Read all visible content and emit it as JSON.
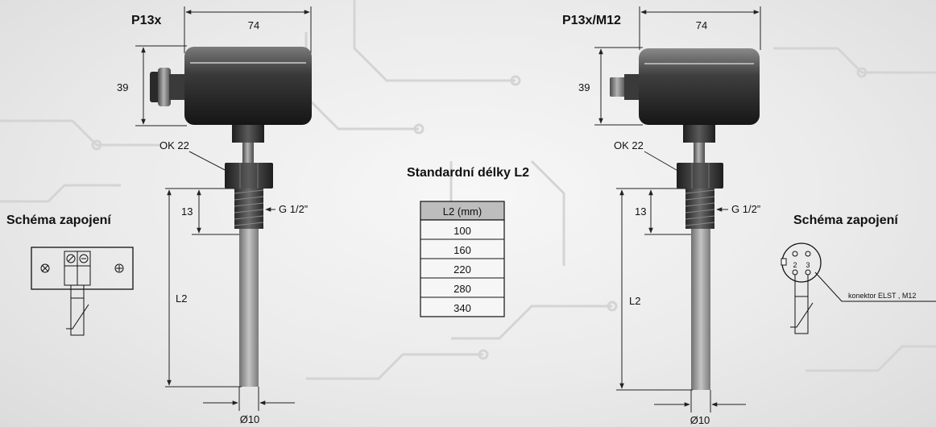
{
  "sensor_left": {
    "model": "P13x",
    "width": "74",
    "height": "39",
    "hex": "OK 22",
    "thread_len": "13",
    "thread": "G 1/2”",
    "length": "L2",
    "diameter": "Ø10"
  },
  "sensor_right": {
    "model": "P13x/M12",
    "width": "74",
    "height": "39",
    "hex": "OK 22",
    "thread_len": "13",
    "thread": "G 1/2”",
    "length": "L2",
    "diameter": "Ø10"
  },
  "wiring_left": {
    "title": "Schéma zapojení"
  },
  "wiring_right": {
    "title": "Schéma zapojení",
    "pin_a": "2",
    "pin_b": "3",
    "connector_label": "konektor ELST , M12"
  },
  "lengths_table": {
    "title": "Standardní délky L2",
    "header": "L2 (mm)",
    "rows": [
      "100",
      "160",
      "220",
      "280",
      "340"
    ]
  }
}
